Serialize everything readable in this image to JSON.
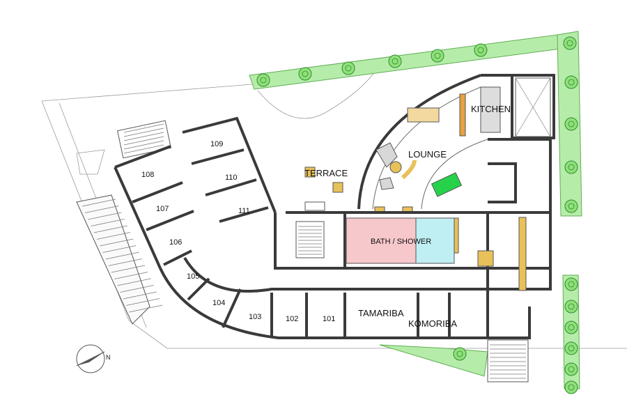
{
  "colors": {
    "wall": "#3a3a3a",
    "greenery": "#b6ecaa",
    "tree": "#8fe07a",
    "bath": "#f6c7cb",
    "shower": "#bfeef3",
    "wood": "#e8c15a",
    "pool_table": "#27d24a"
  },
  "labels": {
    "kitchen": "KITCHEN",
    "lounge": "LOUNGE",
    "terrace": "TERRACE",
    "bath_shower": "BATH / SHOWER",
    "tamariba": "TAMARIBA",
    "komoriba": "KOMORIBA"
  },
  "rooms": {
    "r101": "101",
    "r102": "102",
    "r103": "103",
    "r104": "104",
    "r105": "105",
    "r106": "106",
    "r107": "107",
    "r108": "108",
    "r109": "109",
    "r110": "110",
    "r111": "111"
  },
  "compass": {
    "north": "N"
  }
}
